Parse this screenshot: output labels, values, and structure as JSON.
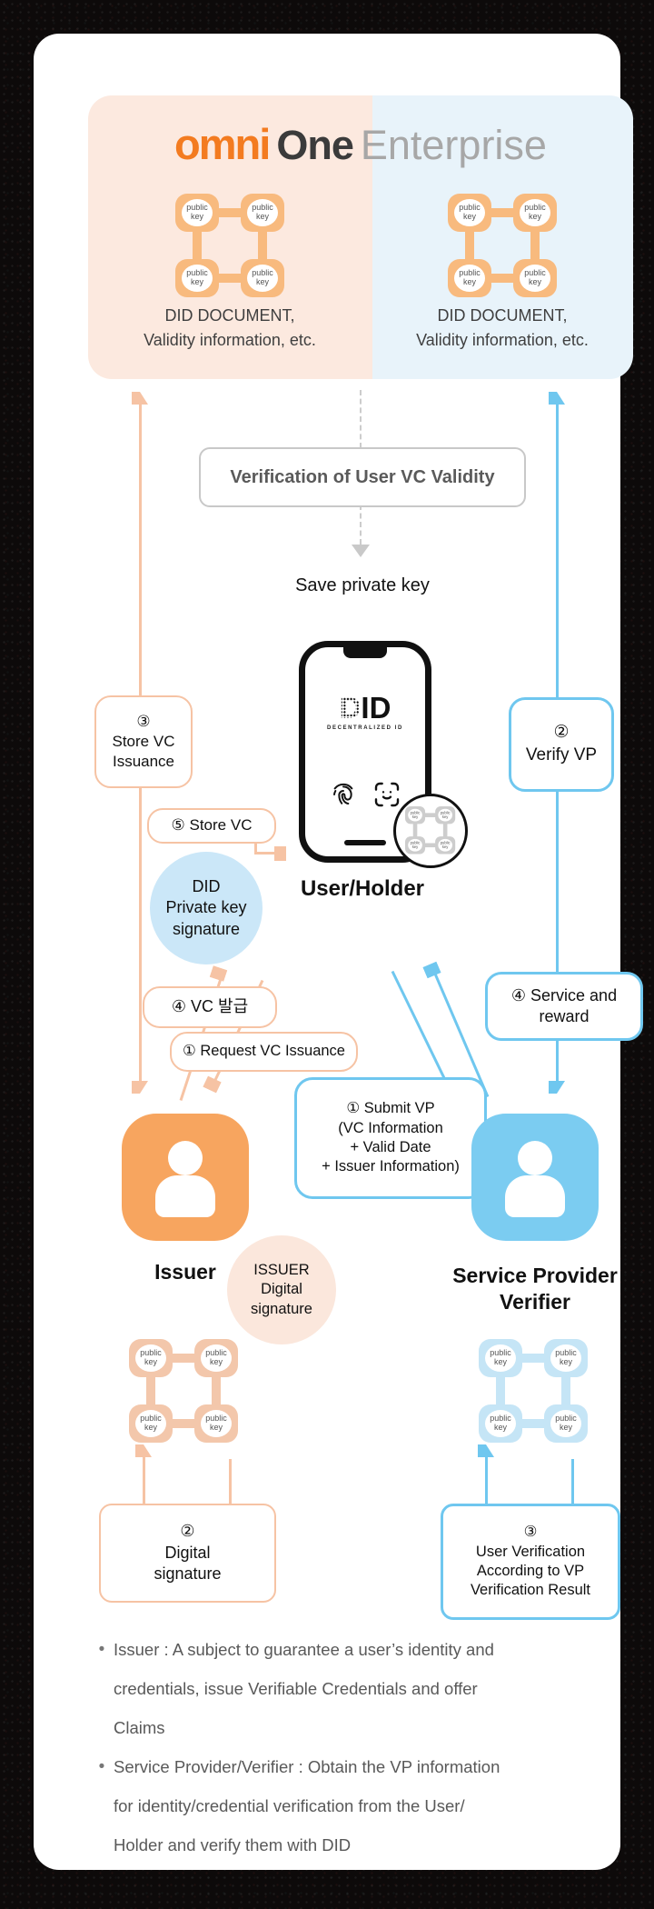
{
  "logo": {
    "part1": "omni",
    "part2": "One",
    "part3": "Enterprise"
  },
  "ledger": {
    "left_caption": "DID DOCUMENT,\nValidity information, etc.",
    "right_caption": "DID DOCUMENT,\nValidity information, etc.",
    "node_label": "public\nkey"
  },
  "flow": {
    "verification_box": "Verification of User VC Validity",
    "save_private_key": "Save private key",
    "store_vc_issuance": "③\nStore VC\nIssuance",
    "verify_vp": "②\nVerify VP",
    "store_vc": "⑤ Store VC",
    "did_private_key_signature": "DID\nPrivate key\nsignature",
    "vc_issue": "④  VC 발급",
    "request_vc_issuance": "① Request VC Issuance",
    "service_and_reward": "④ Service and\nreward",
    "submit_vp": "① Submit VP\n(VC Information\n+ Valid Date\n+ Issuer Information)",
    "user_holder": "User/Holder",
    "issuer": "Issuer",
    "issuer_digital_signature": "ISSUER\nDigital\nsignature",
    "service_provider_verifier": "Service Provider\nVerifier",
    "digital_signature": "②\nDigital\nsignature",
    "user_verification": "③\nUser Verification\nAccording to VP\nVerification Result"
  },
  "phone": {
    "logo_d": "D",
    "logo_id": "ID",
    "logo_sub": "DECENTRALIZED ID"
  },
  "notes": {
    "bullet_glyph": "•",
    "bullet1": "Issuer : A subject to guarantee a user’s identity and\ncredentials, issue Verifiable Credentials and offer\nClaims",
    "bullet2": "Service Provider/Verifier : Obtain the VP information\nfor identity/credential verification from the User/\nHolder and verify them with DID"
  },
  "colors": {
    "brand_orange": "#F37B20",
    "logo_dark": "#3B3B3B",
    "logo_gray": "#A7A7A7",
    "panel_peach": "#FCE9DF",
    "panel_blue": "#E8F3FA",
    "node_orange": "#F8BA7E",
    "node_peach": "#F3C7AB",
    "node_blue": "#C5E5F6",
    "accent_orange": "#F6C3A4",
    "accent_blue": "#6FC7EF",
    "circle_blue": "#CBE7F8",
    "circle_peach": "#FBE7DC",
    "issuer_icon_orange": "#F7A55F",
    "verifier_icon_blue": "#7BCCF1"
  }
}
